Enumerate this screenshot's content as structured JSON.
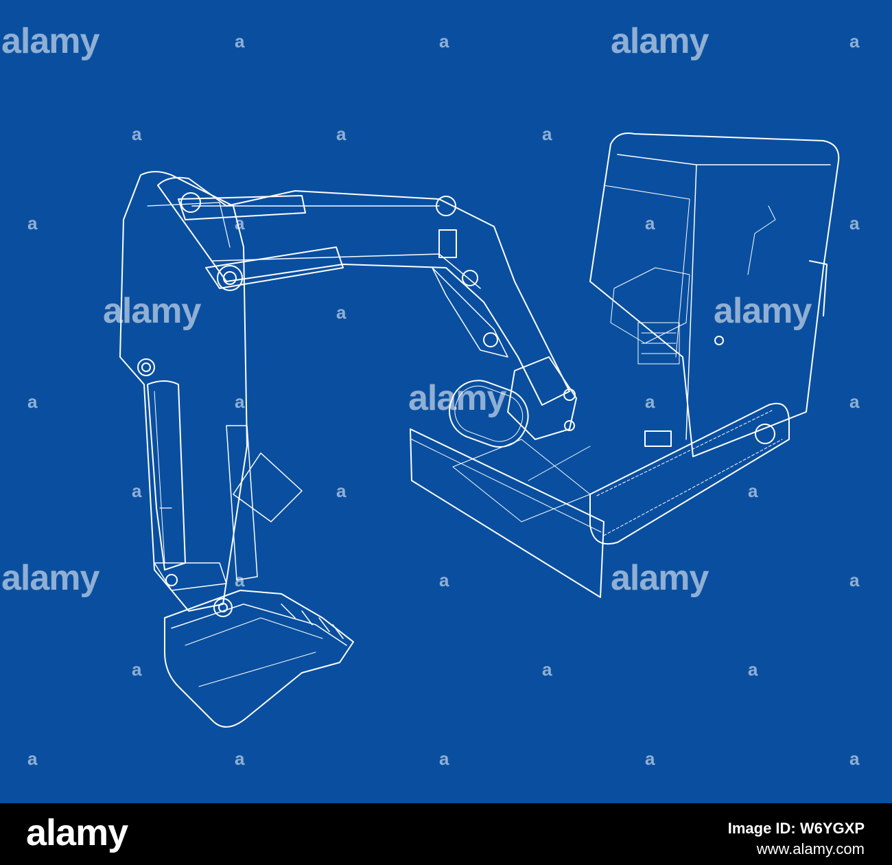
{
  "image": {
    "subject": "mini-excavator-wireframe-icon",
    "colors": {
      "background": "#0a4f9f",
      "line": "#ffffff",
      "footer": "#000000"
    }
  },
  "watermark": {
    "text": "alamy",
    "small_text": "a"
  },
  "footer": {
    "logo": "alamy",
    "image_id": "Image ID: W6YGXP",
    "url": "www.alamy.com"
  }
}
